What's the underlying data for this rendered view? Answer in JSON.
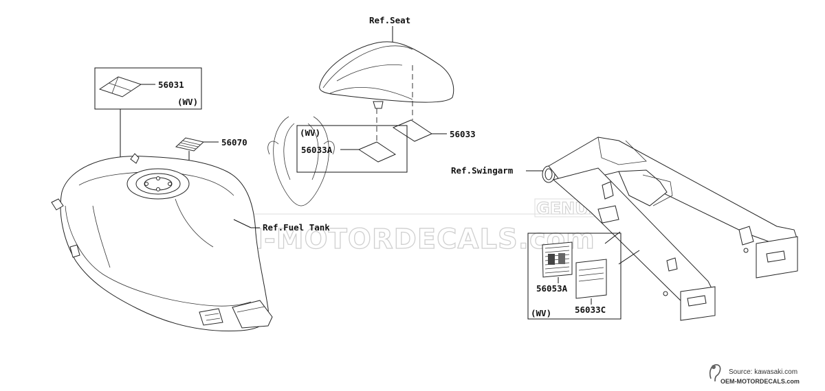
{
  "labels": {
    "ref_seat": "Ref.Seat",
    "ref_fuel_tank": "Ref.Fuel Tank",
    "ref_swingarm": "Ref.Swingarm",
    "p56031": "56031",
    "p56070": "56070",
    "p56033": "56033",
    "p56033a": "56033A",
    "p56053a": "56053A",
    "p56033c": "56033C",
    "wv_1": "(WV)",
    "wv_2": "(WV)",
    "wv_3": "(WV)"
  },
  "watermark": {
    "main": "OEM-MOTORDECALS.com",
    "genuine": "GENUINE"
  },
  "source": {
    "line1": "Source: kawasaki.com",
    "line2": "OEM-MOTORDECALS.com"
  }
}
